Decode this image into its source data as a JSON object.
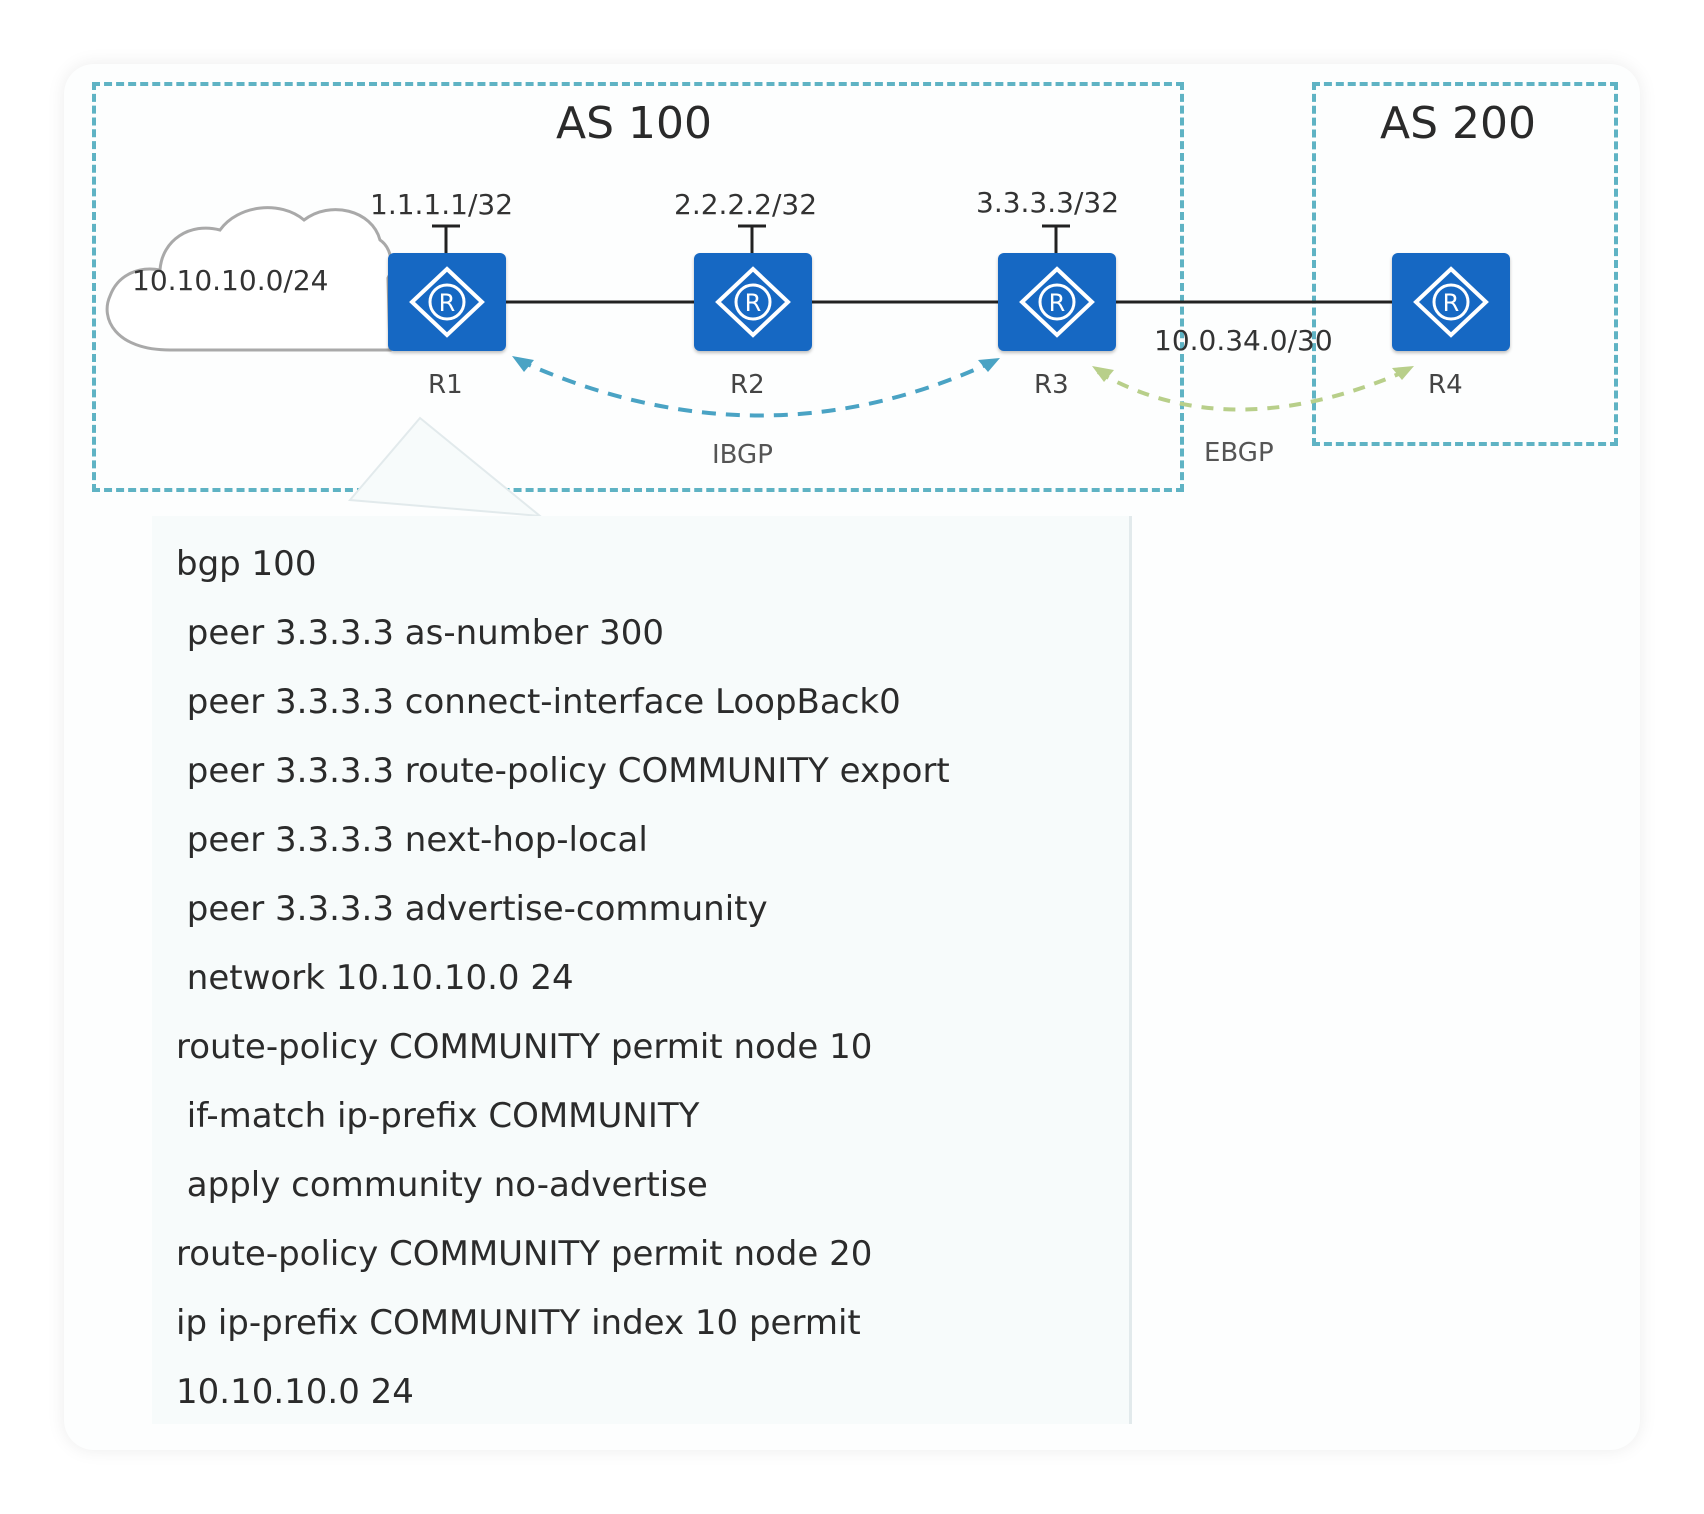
{
  "as_left": {
    "title": "AS 100"
  },
  "as_right": {
    "title": "AS 200"
  },
  "cloud": {
    "network": "10.10.10.0/24"
  },
  "routers": [
    {
      "name": "R1",
      "loopback": "1.1.1.1/32"
    },
    {
      "name": "R2",
      "loopback": "2.2.2.2/32"
    },
    {
      "name": "R3",
      "loopback": "3.3.3.3/32"
    },
    {
      "name": "R4",
      "loopback": ""
    }
  ],
  "links": {
    "r3_r4_subnet": "10.0.34.0/30"
  },
  "sessions": {
    "ibgp": "IBGP",
    "ebgp": "EBGP"
  },
  "colors": {
    "router": "#1668c3",
    "as_border": "#5fb3c4",
    "ibgp": "#4aa3c4",
    "ebgp": "#b8cf8a"
  },
  "config_lines": [
    "bgp 100",
    " peer 3.3.3.3 as-number 300",
    " peer 3.3.3.3 connect-interface LoopBack0",
    " peer 3.3.3.3 route-policy COMMUNITY export",
    " peer 3.3.3.3 next-hop-local",
    " peer 3.3.3.3 advertise-community",
    " network 10.10.10.0 24",
    "route-policy COMMUNITY permit node 10",
    " if-match ip-prefix COMMUNITY",
    " apply community no-advertise",
    "route-policy COMMUNITY permit node 20",
    "ip ip-prefix COMMUNITY index 10 permit",
    "10.10.10.0 24"
  ]
}
